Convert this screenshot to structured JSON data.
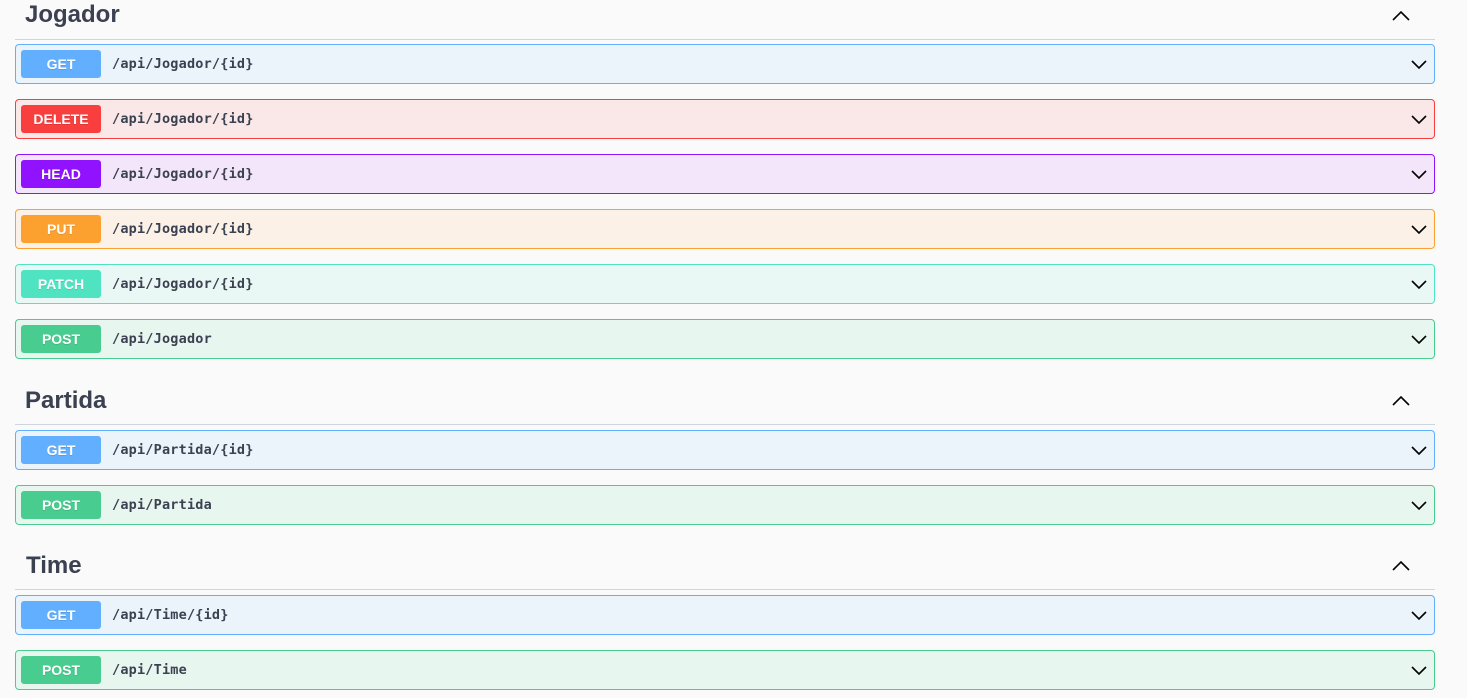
{
  "sections": [
    {
      "title": "Jogador",
      "toggle_icon": "chevron-up-icon",
      "operations": [
        {
          "method": "GET",
          "path": "/api/Jogador/{id}",
          "color": "#61affe"
        },
        {
          "method": "DELETE",
          "path": "/api/Jogador/{id}",
          "color": "#f93e3e"
        },
        {
          "method": "HEAD",
          "path": "/api/Jogador/{id}",
          "color": "#9012fe"
        },
        {
          "method": "PUT",
          "path": "/api/Jogador/{id}",
          "color": "#fca130"
        },
        {
          "method": "PATCH",
          "path": "/api/Jogador/{id}",
          "color": "#50e3c2"
        },
        {
          "method": "POST",
          "path": "/api/Jogador",
          "color": "#49cc90"
        }
      ]
    },
    {
      "title": "Partida",
      "toggle_icon": "chevron-up-icon",
      "operations": [
        {
          "method": "GET",
          "path": "/api/Partida/{id}",
          "color": "#61affe"
        },
        {
          "method": "POST",
          "path": "/api/Partida",
          "color": "#49cc90"
        }
      ]
    },
    {
      "title": "Time",
      "toggle_icon": "chevron-up-icon",
      "operations": [
        {
          "method": "GET",
          "path": "/api/Time/{id}",
          "color": "#61affe"
        },
        {
          "method": "POST",
          "path": "/api/Time",
          "color": "#49cc90"
        }
      ]
    }
  ]
}
